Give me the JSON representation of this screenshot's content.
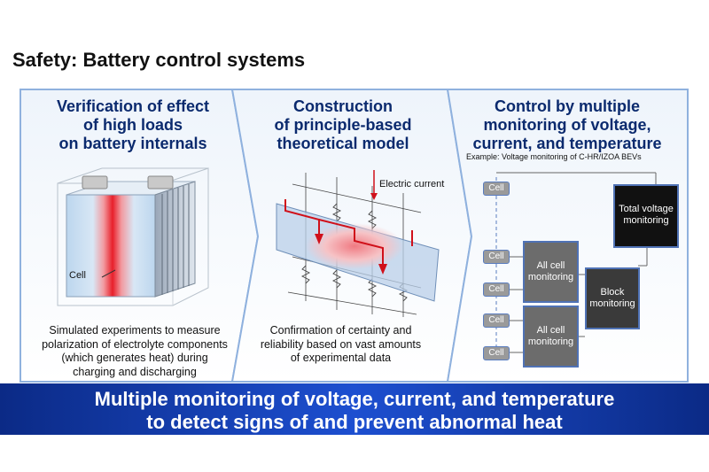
{
  "title": "Safety: Battery control systems",
  "panels": [
    {
      "heading": [
        "Verification of effect",
        "of high loads",
        "on battery internals"
      ],
      "cell_label": "Cell",
      "caption": [
        "Simulated experiments to measure",
        "polarization of electrolyte components",
        "(which generates heat) during",
        "charging and discharging"
      ]
    },
    {
      "heading": [
        "Construction",
        "of principle-based",
        "theoretical model"
      ],
      "current_label": "Electric current",
      "caption": [
        "Confirmation of certainty and",
        "reliability based on vast amounts",
        "of experimental data"
      ]
    },
    {
      "heading": [
        "Control by multiple",
        "monitoring of voltage,",
        "current, and temperature"
      ],
      "example": "Example: Voltage monitoring of C-HR/IZOA BEVs",
      "cells": [
        "Cell",
        "Cell",
        "Cell",
        "Cell",
        "Cell"
      ],
      "all_cell_monitoring": [
        "All cell",
        "monitoring"
      ],
      "block_monitoring": [
        "Block",
        "monitoring"
      ],
      "total_voltage_monitoring": [
        "Total voltage",
        "monitoring"
      ]
    }
  ],
  "banner": [
    "Multiple monitoring of voltage, current, and temperature",
    "to detect signs of and prevent abnormal heat"
  ],
  "colors": {
    "heading": "#0b2a6e",
    "chevron_border": "#8fb1de",
    "banner": "#1d4fd0",
    "heat": "#e8202a",
    "current_arrow": "#d0101a",
    "monitor_dark": "#111111",
    "monitor_gray": "#6c6c6c"
  }
}
